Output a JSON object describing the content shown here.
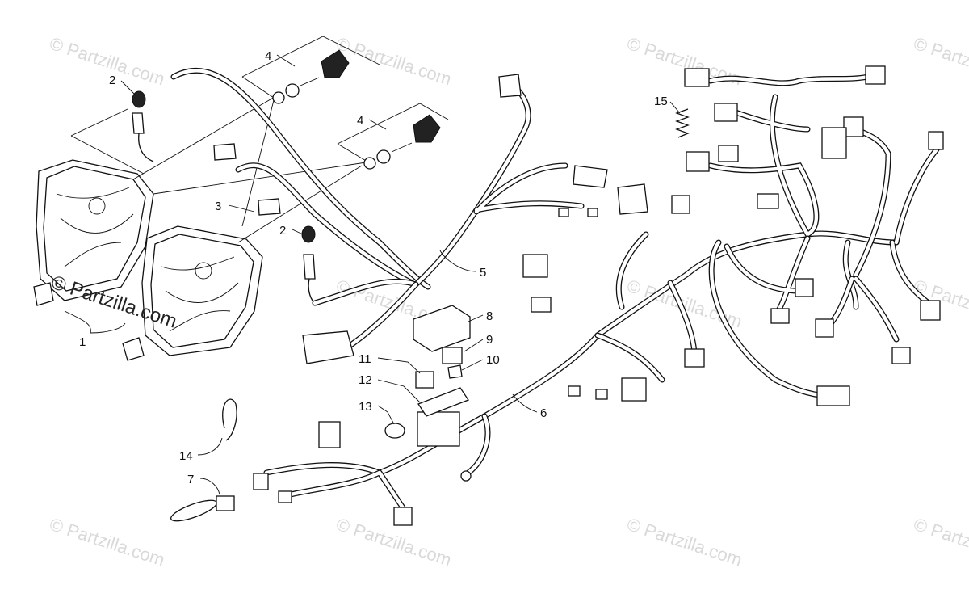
{
  "callouts": [
    "1",
    "2",
    "2",
    "3",
    "4",
    "4",
    "5",
    "6",
    "7",
    "8",
    "9",
    "10",
    "11",
    "12",
    "13",
    "14",
    "15"
  ],
  "watermark": {
    "main_text": "© Partzilla.com",
    "tile_text": "© Partzilla.com"
  },
  "colors": {
    "line": "#111111",
    "background": "#ffffff",
    "watermark": "#d9d9d9"
  }
}
